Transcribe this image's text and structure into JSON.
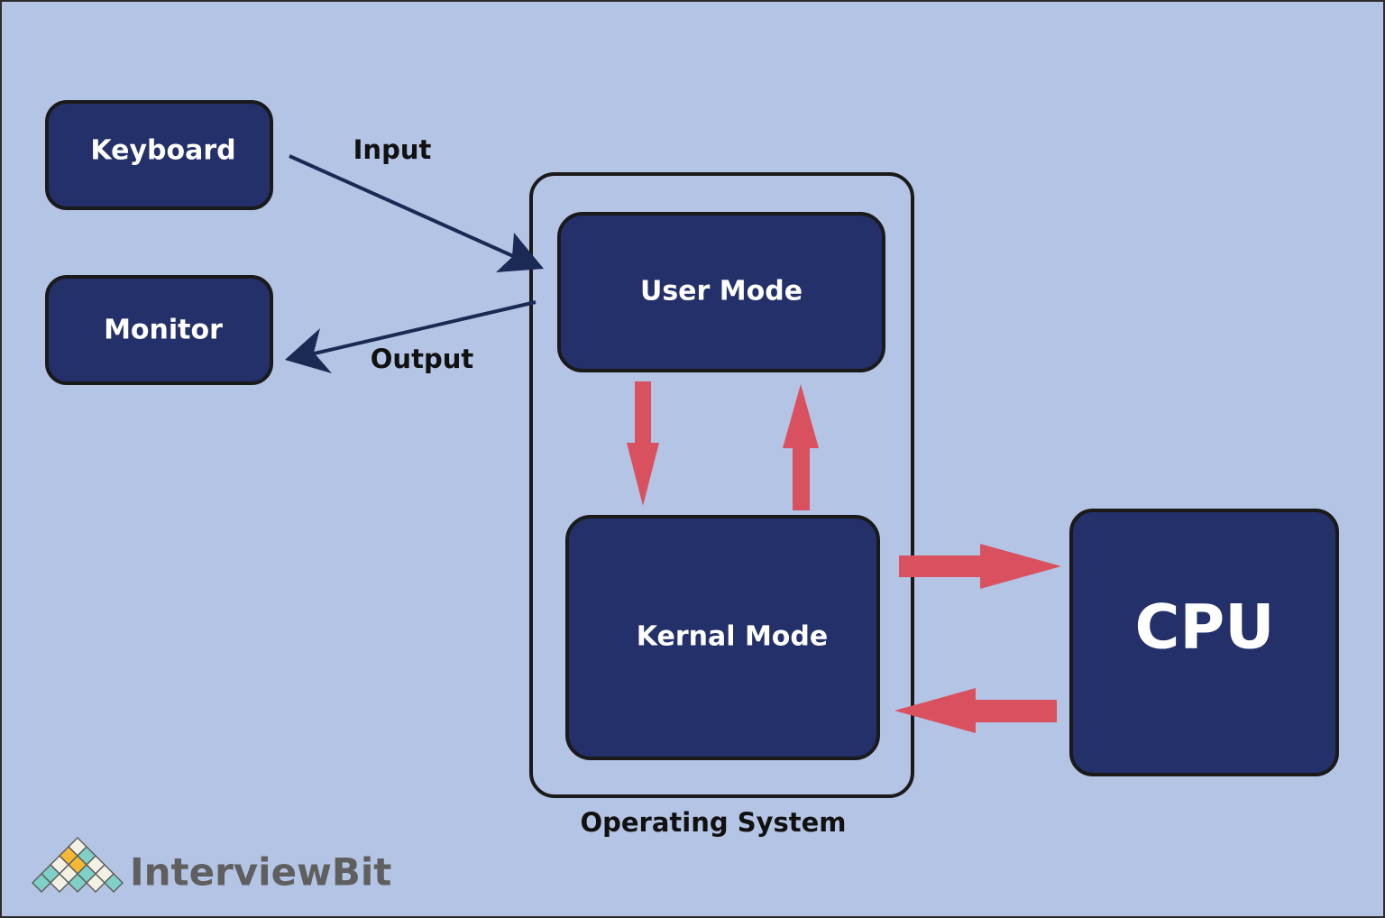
{
  "nodes": {
    "keyboard": "Keyboard",
    "monitor": "Monitor",
    "user_mode": "User Mode",
    "kernel_mode": "Kernal Mode",
    "cpu": "CPU"
  },
  "edges": {
    "input": "Input",
    "output": "Output"
  },
  "group": {
    "os_label": "Operating System"
  },
  "branding": {
    "logo_text": "InterviewBit"
  },
  "colors": {
    "background": "#b4c4e5",
    "box_fill": "#233069",
    "box_border": "#1a1a1a",
    "io_arrow": "#1b2a55",
    "mode_arrow": "#d9505f"
  }
}
